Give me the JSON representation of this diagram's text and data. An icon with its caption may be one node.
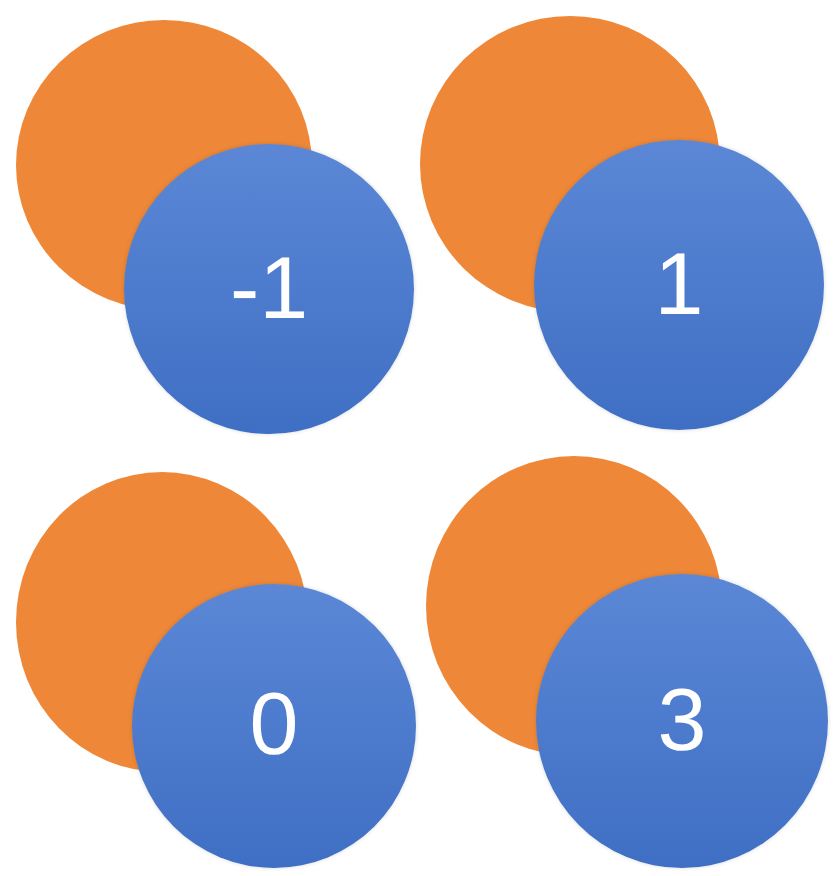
{
  "diagram": {
    "nodes": [
      {
        "text": [],
        "shape": "circle"
      },
      {
        "text": [
          "-1"
        ]
      },
      {
        "text": [],
        "shape": "circle"
      },
      {
        "text": [
          "1"
        ]
      },
      {
        "text": [],
        "shape": "circle"
      },
      {
        "text": [
          "0"
        ]
      },
      {
        "text": [],
        "shape": "circle"
      },
      {
        "text": [
          "3"
        ]
      }
    ]
  }
}
